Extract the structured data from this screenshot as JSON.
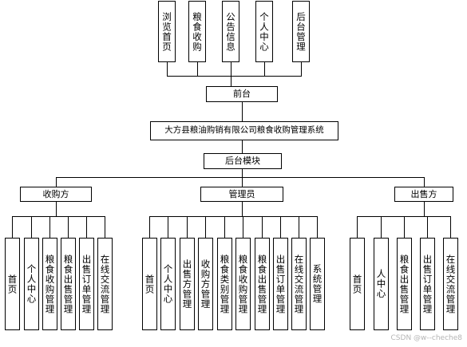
{
  "top_items": [
    "浏览首页",
    "粮食收购",
    "公告信息",
    "个人中心",
    "后台管理"
  ],
  "frontend_label": "前台",
  "system_title": "大方县粮油购销有限公司粮食收购管理系统",
  "backend_label": "后台模块",
  "roles": [
    {
      "label": "收购方",
      "items": [
        "首页",
        "个人中心",
        "粮食收购管理",
        "粮食出售管理",
        "出售订单管理",
        "在线交流管理"
      ]
    },
    {
      "label": "管理员",
      "items": [
        "首页",
        "个人中心",
        "出售方管理",
        "收购方管理",
        "粮食类别管理",
        "粮食收购管理",
        "粮食出售管理",
        "出售订单管理",
        "在线交流管理",
        "系统管理"
      ]
    },
    {
      "label": "出售方",
      "items": [
        "首页",
        "人中心",
        "粮食出售管理",
        "出售订单管理",
        "在线交流管理"
      ]
    }
  ],
  "watermark": "CSDN @w--cheche8"
}
